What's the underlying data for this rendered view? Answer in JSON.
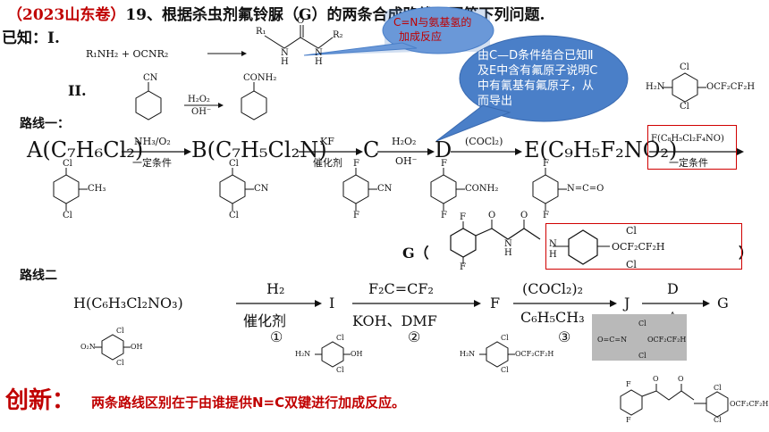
{
  "header": {
    "source": "（2023山东卷）",
    "question": "19、根据杀虫剂氟铃脲（G）的两条合成路线，回答下列问题."
  },
  "known": {
    "label": "已知：I.",
    "label2": "II.",
    "eq1_left": "R₁NH₂ + OCNR₂",
    "eq1_r1": "R₁",
    "eq1_nh": "N",
    "eq1_o": "O",
    "eq1_n2": "N",
    "eq1_h1": "H",
    "eq1_h2": "H",
    "eq1_r2": "R₂",
    "eq2_cn": "CN",
    "eq2_conh2": "CONH₂",
    "eq2_top": "H₂O₂",
    "eq2_bottom": "OH⁻"
  },
  "bubble1": {
    "line1": "C=N与氨基氢的",
    "line2": "加成反应"
  },
  "bubble2": {
    "line1": "由C—D条件结合已知Ⅱ",
    "line2": "及E中含有氟原子说明C",
    "line3": "中有氰基有氟原子，从",
    "line4": "而导出"
  },
  "route1": {
    "label": "路线一：",
    "A": "A(C₇H₆Cl₂)",
    "B": "B(C₇H₅Cl₂N)",
    "C": "C",
    "D": "D",
    "E": "E(C₉H₅F₂NO₂)",
    "step1_top": "NH₃/O₂",
    "step1_bottom": "一定条件",
    "step2_top": "KF",
    "step2_bottom": "催化剂",
    "step3_top": "H₂O₂",
    "step3_bottom": "OH⁻",
    "step4_top": "(COCl₂)",
    "step5_top": "F(C₈H₅Cl₂F₄NO)",
    "step5_bottom": "一定条件",
    "G_prefix": "G（",
    "G_suffix": "）",
    "lbl_cl": "Cl",
    "lbl_ch3": "CH₃",
    "lbl_cn": "CN",
    "lbl_f": "F",
    "lbl_conh2": "CONH₂",
    "lbl_nco": "N=C=O",
    "lbl_h2n": "H₂N",
    "lbl_ocf": "OCF₂CF₂H",
    "g_f1": "F",
    "g_f2": "F",
    "g_o1": "O",
    "g_o2": "O",
    "g_n1": "N",
    "g_n2": "N",
    "g_h1": "H",
    "g_h2": "H",
    "g_cl1": "Cl",
    "g_cl2": "Cl",
    "g_ocf": "OCF₂CF₂H"
  },
  "route2": {
    "label": "路线二",
    "H": "H(C₆H₃Cl₂NO₃)",
    "I": "I",
    "F": "F",
    "J": "J",
    "G": "G",
    "step1_top": "H₂",
    "step1_bottom": "催化剂",
    "step1_num": "①",
    "step2_top": "F₂C=CF₂",
    "step2_bottom": "KOH、DMF",
    "step2_num": "②",
    "step3_top": "(COCl₂)₂",
    "step3_bottom": "C₆H₅CH₃",
    "step3_num": "③",
    "step4_top": "D",
    "step4_bottom": "△",
    "lbl_o2n": "O₂N",
    "lbl_oh": "OH",
    "lbl_h2n": "H₂N",
    "lbl_cl": "Cl",
    "lbl_ocf": "OCF₂CF₂H",
    "lbl_ocn": "O=C=N"
  },
  "innovation": {
    "head": "创新：",
    "text": "两条路线区别在于由谁提供N=C双键进行加成反应。"
  },
  "colors": {
    "red": "#c00000",
    "bubble_fill": "#4a7fc8",
    "box_red": "#d00000"
  }
}
